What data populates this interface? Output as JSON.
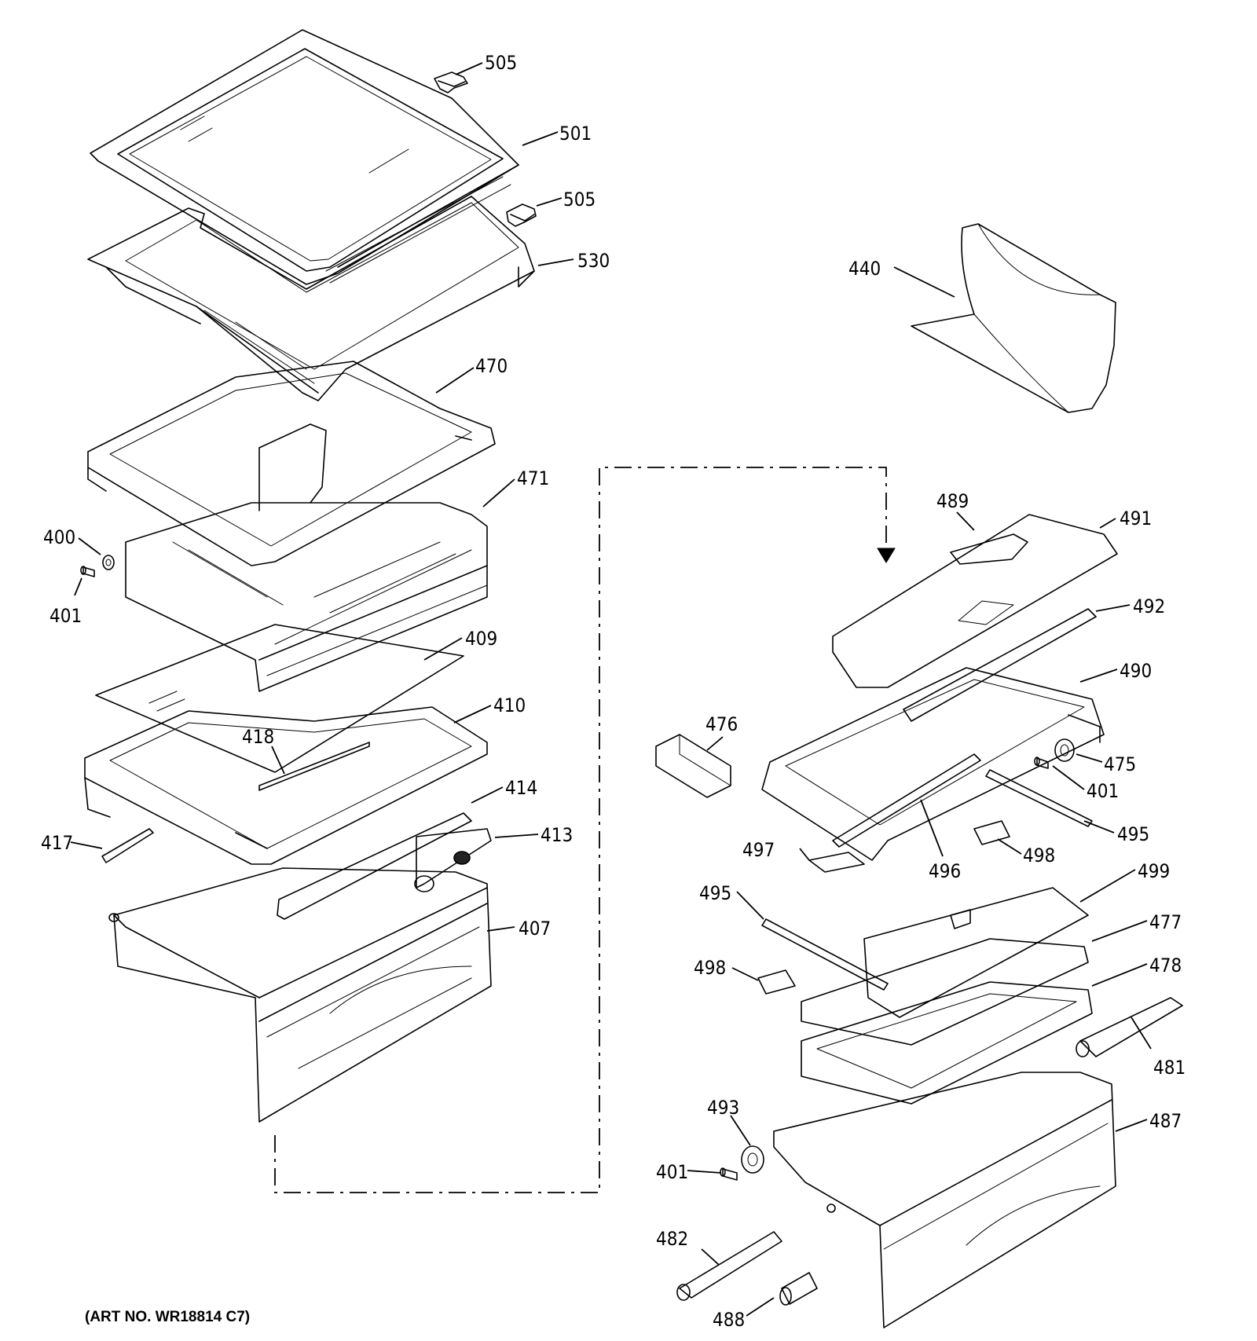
{
  "art_number": "(ART NO. WR18814 C7)",
  "callouts": [
    {
      "id": "c505a",
      "label": "505"
    },
    {
      "id": "c501",
      "label": "501"
    },
    {
      "id": "c505b",
      "label": "505"
    },
    {
      "id": "c530",
      "label": "530"
    },
    {
      "id": "c440",
      "label": "440"
    },
    {
      "id": "c470",
      "label": "470"
    },
    {
      "id": "c471",
      "label": "471"
    },
    {
      "id": "c400",
      "label": "400"
    },
    {
      "id": "c401a",
      "label": "401"
    },
    {
      "id": "c409",
      "label": "409"
    },
    {
      "id": "c410",
      "label": "410"
    },
    {
      "id": "c418",
      "label": "418"
    },
    {
      "id": "c414",
      "label": "414"
    },
    {
      "id": "c413",
      "label": "413"
    },
    {
      "id": "c417",
      "label": "417"
    },
    {
      "id": "c407",
      "label": "407"
    },
    {
      "id": "c489",
      "label": "489"
    },
    {
      "id": "c491",
      "label": "491"
    },
    {
      "id": "c492",
      "label": "492"
    },
    {
      "id": "c490",
      "label": "490"
    },
    {
      "id": "c476",
      "label": "476"
    },
    {
      "id": "c475",
      "label": "475"
    },
    {
      "id": "c401b",
      "label": "401"
    },
    {
      "id": "c495a",
      "label": "495"
    },
    {
      "id": "c497",
      "label": "497"
    },
    {
      "id": "c496",
      "label": "496"
    },
    {
      "id": "c498a",
      "label": "498"
    },
    {
      "id": "c499",
      "label": "499"
    },
    {
      "id": "c495b",
      "label": "495"
    },
    {
      "id": "c477",
      "label": "477"
    },
    {
      "id": "c498b",
      "label": "498"
    },
    {
      "id": "c478",
      "label": "478"
    },
    {
      "id": "c481",
      "label": "481"
    },
    {
      "id": "c493",
      "label": "493"
    },
    {
      "id": "c487",
      "label": "487"
    },
    {
      "id": "c401c",
      "label": "401"
    },
    {
      "id": "c482",
      "label": "482"
    },
    {
      "id": "c488",
      "label": "488"
    }
  ]
}
